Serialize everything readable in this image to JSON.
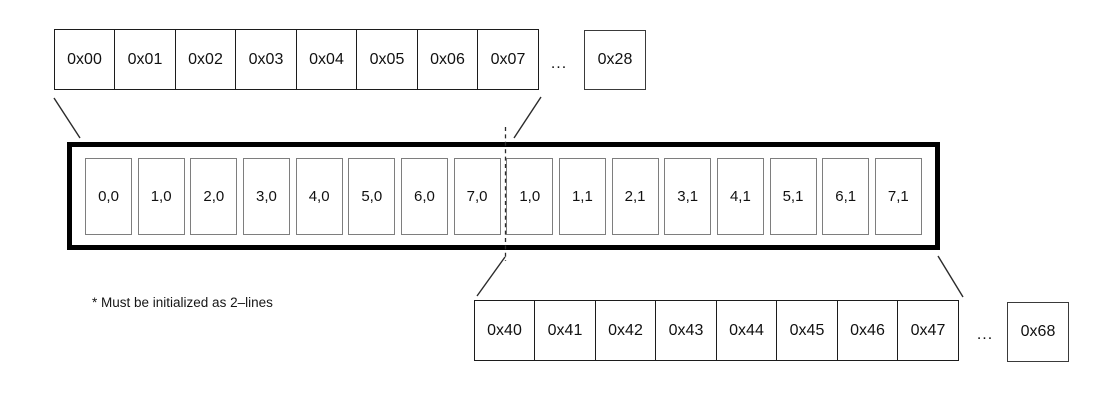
{
  "top_address_row": {
    "cells": [
      "0x00",
      "0x01",
      "0x02",
      "0x03",
      "0x04",
      "0x05",
      "0x06",
      "0x07"
    ],
    "ellipsis": "...",
    "last_cell": "0x28"
  },
  "display_box": {
    "cells": [
      "0,0",
      "1,0",
      "2,0",
      "3,0",
      "4,0",
      "5,0",
      "6,0",
      "7,0",
      "1,0",
      "1,1",
      "2,1",
      "3,1",
      "4,1",
      "5,1",
      "6,1",
      "7,1"
    ]
  },
  "bottom_address_row": {
    "cells": [
      "0x40",
      "0x41",
      "0x42",
      "0x43",
      "0x44",
      "0x45",
      "0x46",
      "0x47"
    ],
    "ellipsis": "...",
    "last_cell": "0x68"
  },
  "note": "* Must be initialized as 2–lines",
  "colors": {
    "background": "#ffffff",
    "thick_box_border": "#000000",
    "address_cell_border": "#1c1c1c",
    "display_cell_border": "#7e7e7e",
    "connector": "#2b2b2b"
  }
}
